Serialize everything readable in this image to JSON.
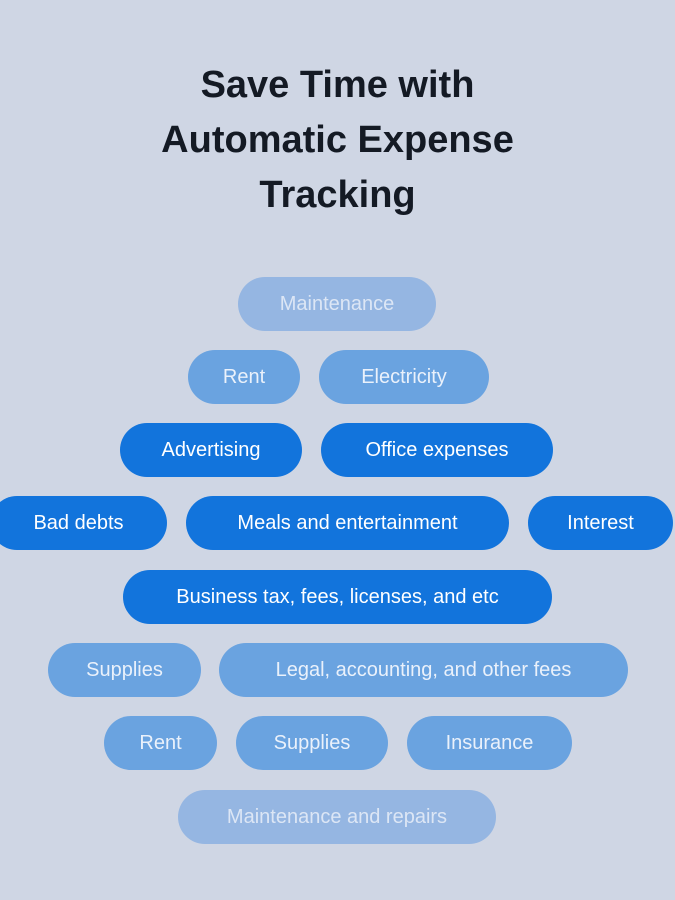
{
  "title": {
    "line1": "Save Time with",
    "line2": "Automatic Expense",
    "line3": "Tracking"
  },
  "colors": {
    "background": "#cfd6e4",
    "faint": "#95b6e2",
    "mid": "#6aa3e0",
    "strong": "#1274dc"
  },
  "tags": [
    {
      "label": "Maintenance",
      "style": "faint"
    },
    {
      "label": "Rent",
      "style": "mid"
    },
    {
      "label": "Electricity",
      "style": "mid"
    },
    {
      "label": "Advertising",
      "style": "strong"
    },
    {
      "label": "Office expenses",
      "style": "strong"
    },
    {
      "label": "Bad debts",
      "style": "strong"
    },
    {
      "label": "Meals and entertainment",
      "style": "strong"
    },
    {
      "label": "Interest",
      "style": "strong"
    },
    {
      "label": "Business tax, fees, licenses, and etc",
      "style": "strong"
    },
    {
      "label": "Supplies",
      "style": "mid"
    },
    {
      "label": "Legal, accounting, and other fees",
      "style": "mid"
    },
    {
      "label": "Rent",
      "style": "mid"
    },
    {
      "label": "Supplies",
      "style": "mid"
    },
    {
      "label": "Insurance",
      "style": "mid"
    },
    {
      "label": "Maintenance and repairs",
      "style": "faint"
    }
  ]
}
